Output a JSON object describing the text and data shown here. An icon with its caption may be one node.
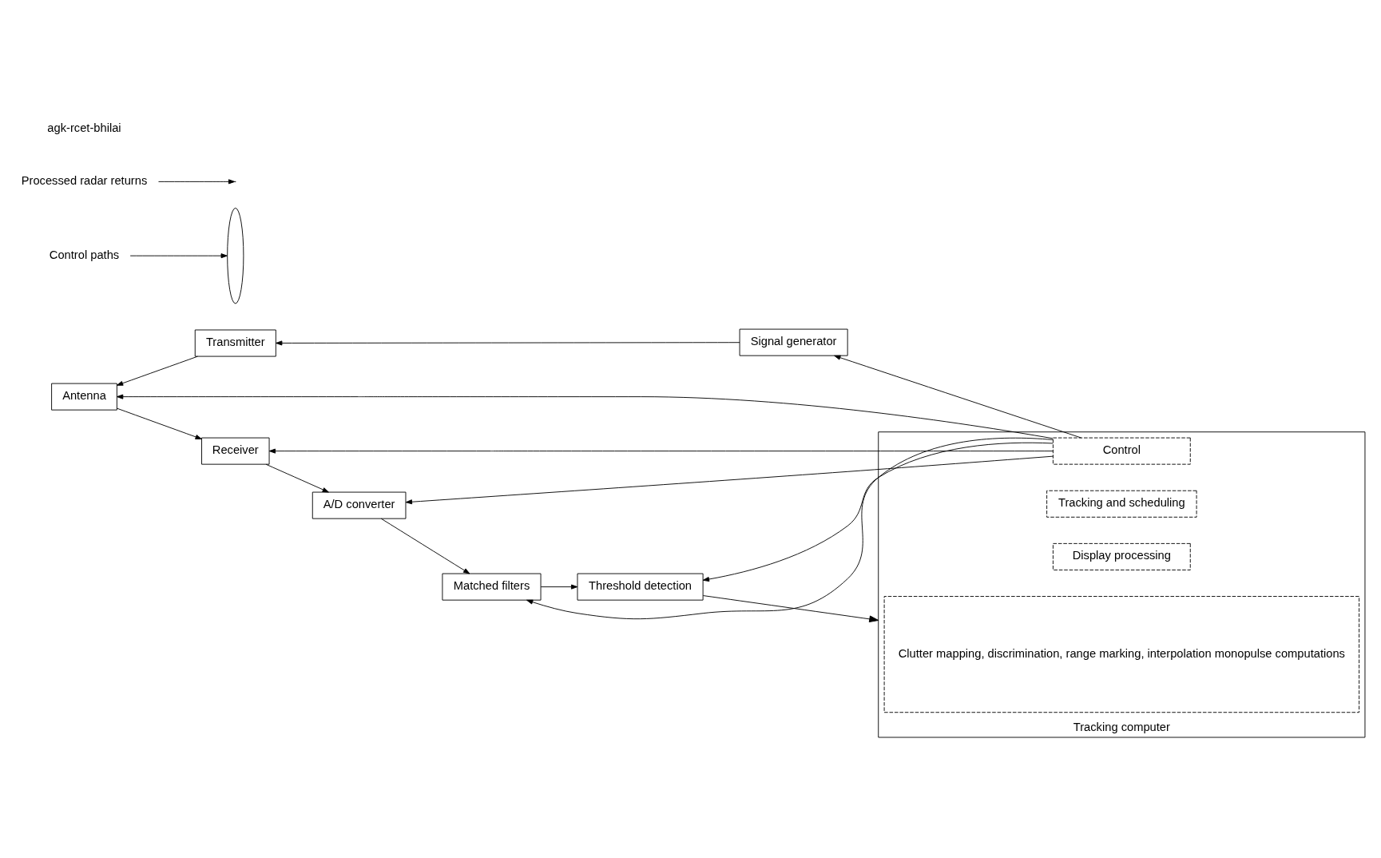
{
  "diagram": {
    "nodes": [
      {
        "text": [
          "Tracking computer"
        ]
      },
      {
        "text": [
          "Tracking and scheduling"
        ],
        "in": 0
      },
      {
        "text": [
          "Control"
        ],
        "in": 0
      },
      {
        "text": [
          "Clutter mapping, discrimination, range marking, interpolation monopulse computations"
        ],
        "in": 0
      },
      {
        "text": [
          "Display processing"
        ],
        "in": 0
      },
      {
        "text": [
          "Antenna"
        ]
      },
      {
        "text": [
          "Transmitter"
        ]
      },
      {
        "text": [
          "Signal generator"
        ]
      },
      {
        "text": [
          "Receiver"
        ]
      },
      {
        "text": [
          "A/D converter"
        ]
      },
      {
        "text": [
          "Matched filters"
        ]
      },
      {
        "text": [
          "Threshold detection"
        ]
      },
      {
        "text": [
          "Control paths"
        ]
      },
      {
        "text": [],
        "shape": "ellipse"
      },
      {
        "text": [
          "Processed radar returns"
        ]
      }
    ],
    "edges": [
      {
        "from": 6,
        "to": 5,
        "arrow": "to"
      },
      {
        "from": 7,
        "to": 6,
        "arrow": "to"
      },
      {
        "from": 2,
        "to": 7,
        "arrow": "to"
      },
      {
        "from": 2,
        "to": 5,
        "arrow": "to"
      },
      {
        "from": 2,
        "to": 8,
        "arrow": "to"
      },
      {
        "from": 2,
        "to": 9,
        "arrow": "to"
      },
      {
        "from": 2,
        "to": 10,
        "arrow": "to"
      },
      {
        "from": 2,
        "to": 11,
        "arrow": "to"
      },
      {
        "from": 5,
        "to": 8,
        "arrow": "to"
      },
      {
        "from": 8,
        "to": 9,
        "arrow": "to"
      },
      {
        "from": 9,
        "to": 10,
        "arrow": "to"
      },
      {
        "from": 10,
        "to": 11,
        "arrow": "to"
      },
      {
        "from": 11,
        "to": 0,
        "arrow": "to"
      },
      {
        "from": 12,
        "to": 13,
        "arrow": "to"
      },
      {
        "from": 14,
        "to": null,
        "arrow": "to"
      }
    ],
    "labels": [
      "agk-rcet-bhilai"
    ]
  }
}
